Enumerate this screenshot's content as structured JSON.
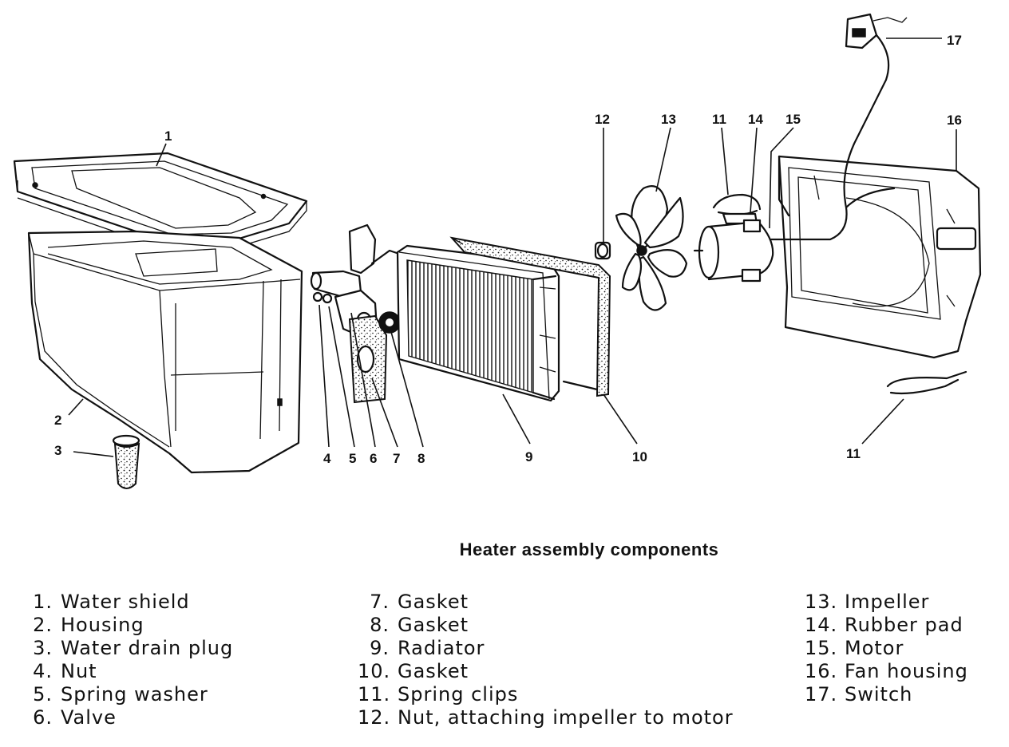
{
  "figure": {
    "caption": "Heater assembly components",
    "callouts": [
      "1",
      "2",
      "3",
      "4",
      "5",
      "6",
      "7",
      "8",
      "9",
      "10",
      "11",
      "11",
      "12",
      "13",
      "14",
      "15",
      "16",
      "17"
    ]
  },
  "legend": {
    "columns": [
      [
        {
          "num": "1.",
          "label": "Water shield"
        },
        {
          "num": "2.",
          "label": "Housing"
        },
        {
          "num": "3.",
          "label": "Water drain plug"
        },
        {
          "num": "4.",
          "label": "Nut"
        },
        {
          "num": "5.",
          "label": "Spring washer"
        },
        {
          "num": "6.",
          "label": "Valve"
        }
      ],
      [
        {
          "num": "7.",
          "label": "Gasket"
        },
        {
          "num": "8.",
          "label": "Gasket"
        },
        {
          "num": "9.",
          "label": "Radiator"
        },
        {
          "num": "10.",
          "label": "Gasket"
        },
        {
          "num": "11.",
          "label": "Spring clips"
        },
        {
          "num": "12.",
          "label": "Nut, attaching impeller to motor"
        }
      ],
      [
        {
          "num": "13.",
          "label": "Impeller"
        },
        {
          "num": "14.",
          "label": "Rubber pad"
        },
        {
          "num": "15.",
          "label": "Motor"
        },
        {
          "num": "16.",
          "label": "Fan housing"
        },
        {
          "num": "17.",
          "label": "Switch"
        }
      ]
    ]
  }
}
